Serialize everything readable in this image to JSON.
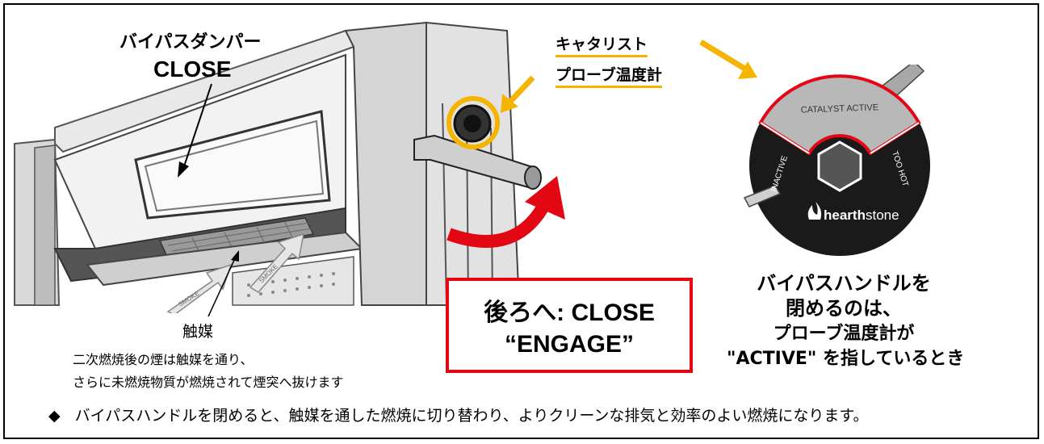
{
  "labels": {
    "damper_title": "バイパスダンパー",
    "damper_state": "CLOSE",
    "probe_line1": "キャタリスト",
    "probe_line2": "プローブ温度計",
    "catalyst": "触媒",
    "smoke_desc_line1": "二次燃焼後の煙は触媒を通り、",
    "smoke_desc_line2": "さらに未燃焼物質が燃焼されて煙突へ抜けます",
    "smoke_arrow_text": "SMOKE"
  },
  "engage_box": {
    "line1": "後ろへ:  CLOSE",
    "line2": "“ENGAGE”"
  },
  "gauge": {
    "segment_active": "CATALYST ACTIVE",
    "segment_inactive": "INACTIVE",
    "segment_too_hot": "TOO HOT",
    "brand_bold": "hearth",
    "brand_light": "stone"
  },
  "right_note": {
    "line1": "バイパスハンドルを",
    "line2": "閉めるのは、",
    "line3": "プローブ温度計が",
    "line4": "\"ACTIVE\" を指しているとき"
  },
  "footer": {
    "bullet": "◆",
    "text": "バイパスハンドルを閉めると、触媒を通した燃焼に切り替わり、よりクリーンな排気と効率のよい燃焼になります。"
  },
  "colors": {
    "accent_red": "#e30613",
    "accent_yellow": "#f5b400",
    "gauge_dark": "#1a1a1a",
    "gauge_gray": "#b8b8b8"
  },
  "icons": [
    "flame-logo-icon",
    "hex-knob-icon"
  ]
}
